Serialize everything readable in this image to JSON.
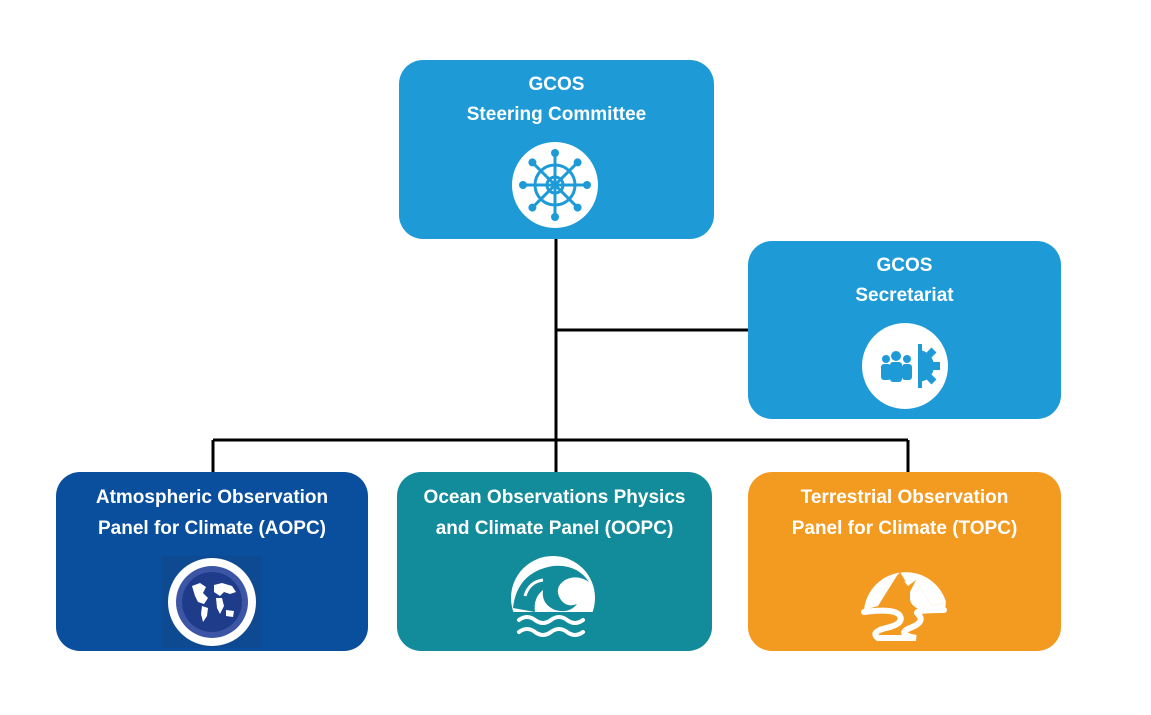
{
  "colors": {
    "steering": "#1e9bd7",
    "secretariat": "#1e9bd7",
    "aopc": "#0a4f9d",
    "oopc": "#128b9b",
    "topc": "#f39a20",
    "connector": "#000000"
  },
  "nodes": {
    "steering": {
      "line1": "GCOS",
      "line2": "Steering Committee",
      "icon": "ship-wheel-icon"
    },
    "secretariat": {
      "line1": "GCOS",
      "line2": "Secretariat",
      "icon": "team-gear-icon"
    },
    "aopc": {
      "line1": "Atmospheric Observation",
      "line2": "Panel for Climate (AOPC)",
      "icon": "globe-icon"
    },
    "oopc": {
      "line1": "Ocean Observations Physics",
      "line2": "and Climate Panel (OOPC)",
      "icon": "waves-icon"
    },
    "topc": {
      "line1": "Terrestrial Observation",
      "line2": "Panel for Climate (TOPC)",
      "icon": "mountain-river-icon"
    }
  }
}
